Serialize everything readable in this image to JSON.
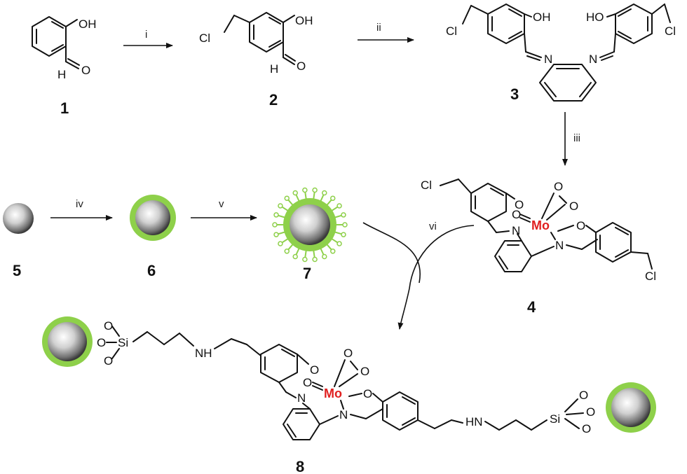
{
  "colors": {
    "metal": "#e02020",
    "shell": "#8ed04a",
    "sphere": "#888888"
  },
  "labels": {
    "c1": "1",
    "c2": "2",
    "c3": "3",
    "c4": "4",
    "c5": "5",
    "c6": "6",
    "c7": "7",
    "c8": "8"
  },
  "steps": {
    "i": "i",
    "ii": "ii",
    "iii": "iii",
    "iv": "iv",
    "v": "v",
    "vi": "vi"
  },
  "atoms": {
    "OH": "OH",
    "HO": "HO",
    "O": "O",
    "H": "H",
    "Cl": "Cl",
    "N": "N",
    "Mo": "Mo",
    "NH": "NH",
    "HN": "HN",
    "Si": "Si"
  }
}
